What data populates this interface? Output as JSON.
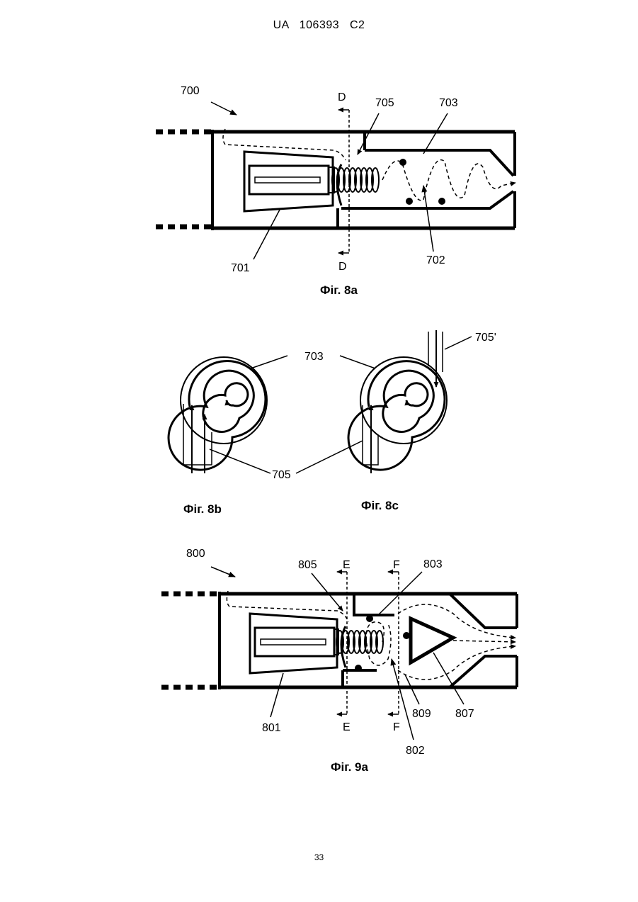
{
  "header": {
    "text": "UA   106393   C2"
  },
  "page_number": "33",
  "fig8a": {
    "caption": "Фіг. 8а",
    "labels": {
      "device": "700",
      "coil": "701",
      "chamber": "702",
      "wall": "703",
      "inlet": "705",
      "sec_top": "D",
      "sec_bottom": "D"
    }
  },
  "fig8b": {
    "caption": "Фіг. 8b"
  },
  "fig8c": {
    "caption": "Фіг. 8с"
  },
  "fig8bc": {
    "labels": {
      "wall": "703",
      "inlet": "705",
      "inlet2": "705'"
    }
  },
  "fig9a": {
    "caption": "Фіг. 9а",
    "labels": {
      "device": "800",
      "coil": "801",
      "chamber": "802",
      "wall": "803",
      "inlet": "805",
      "element": "807",
      "gap": "809",
      "sec_e_top": "E",
      "sec_e_bottom": "E",
      "sec_f_top": "F",
      "sec_f_bottom": "F"
    }
  }
}
